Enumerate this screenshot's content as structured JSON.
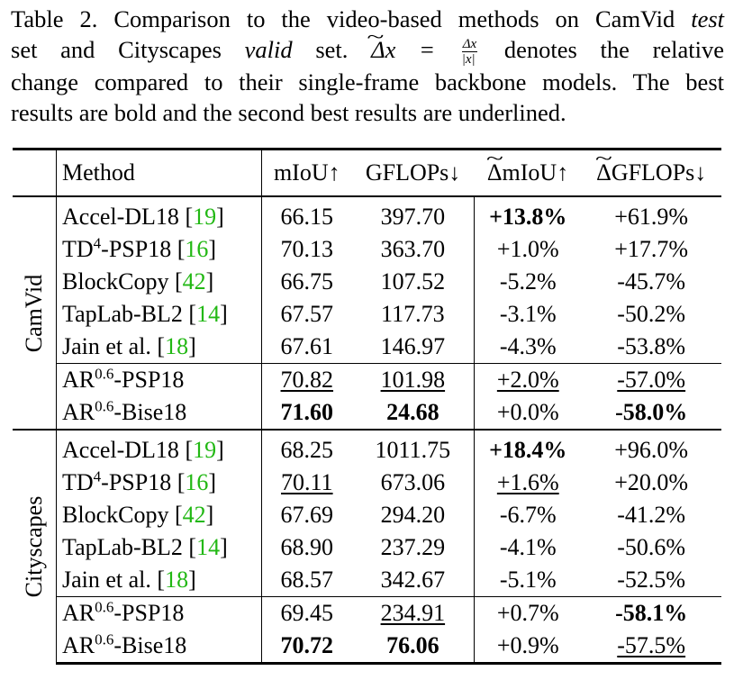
{
  "caption": {
    "label": "Table 2.",
    "line1_a": "Comparison to the video-based methods on CamVid",
    "line1_b": "test",
    "line2_a": "set and Cityscapes",
    "line2_b": "valid",
    "line2_c": "set.",
    "line2_d": "denotes the relative",
    "line3": "change compared to their single-frame backbone models. The best",
    "line4": "results are bold and the second best results are underlined."
  },
  "headers": [
    "Method",
    "mIoU↑",
    "GFLOPs↓",
    "ΔmIoU↑",
    "ΔGFLOPs↓"
  ],
  "groups": [
    {
      "name": "CamVid",
      "rows": [
        {
          "method": "Accel-DL18",
          "ref": "19",
          "miou": "66.15",
          "gflops": "397.70",
          "dmiou": "+13.8%",
          "dgflops": "+61.9%"
        },
        {
          "method_pre": "TD",
          "method_sup": "4",
          "method_post": "-PSP18",
          "ref": "16",
          "miou": "70.13",
          "gflops": "363.70",
          "dmiou": "+1.0%",
          "dgflops": "+17.7%"
        },
        {
          "method": "BlockCopy",
          "ref": "42",
          "miou": "66.75",
          "gflops": "107.52",
          "dmiou": "-5.2%",
          "dgflops": "-45.7%"
        },
        {
          "method": "TapLab-BL2",
          "ref": "14",
          "miou": "67.57",
          "gflops": "117.73",
          "dmiou": "-3.1%",
          "dgflops": "-50.2%"
        },
        {
          "method": "Jain et al.",
          "ref": "18",
          "miou": "67.61",
          "gflops": "146.97",
          "dmiou": "-4.3%",
          "dgflops": "-53.8%"
        },
        {
          "method_pre": "AR",
          "method_sup": "0.6",
          "method_post": "-PSP18",
          "miou": "70.82",
          "gflops": "101.98",
          "dmiou": "+2.0%",
          "dgflops": "-57.0%"
        },
        {
          "method_pre": "AR",
          "method_sup": "0.6",
          "method_post": "-Bise18",
          "miou": "71.60",
          "gflops": "24.68",
          "dmiou": "+0.0%",
          "dgflops": "-58.0%"
        }
      ]
    },
    {
      "name": "Cityscapes",
      "rows": [
        {
          "method": "Accel-DL18",
          "ref": "19",
          "miou": "68.25",
          "gflops": "1011.75",
          "dmiou": "+18.4%",
          "dgflops": "+96.0%"
        },
        {
          "method_pre": "TD",
          "method_sup": "4",
          "method_post": "-PSP18",
          "ref": "16",
          "miou": "70.11",
          "gflops": "673.06",
          "dmiou": "+1.6%",
          "dgflops": "+20.0%"
        },
        {
          "method": "BlockCopy",
          "ref": "42",
          "miou": "67.69",
          "gflops": "294.20",
          "dmiou": "-6.7%",
          "dgflops": "-41.2%"
        },
        {
          "method": "TapLab-BL2",
          "ref": "14",
          "miou": "68.90",
          "gflops": "237.29",
          "dmiou": "-4.1%",
          "dgflops": "-50.6%"
        },
        {
          "method": "Jain et al.",
          "ref": "18",
          "miou": "68.57",
          "gflops": "342.67",
          "dmiou": "-5.1%",
          "dgflops": "-52.5%"
        },
        {
          "method_pre": "AR",
          "method_sup": "0.6",
          "method_post": "-PSP18",
          "miou": "69.45",
          "gflops": "234.91",
          "dmiou": "+0.7%",
          "dgflops": "-58.1%"
        },
        {
          "method_pre": "AR",
          "method_sup": "0.6",
          "method_post": "-Bise18",
          "miou": "70.72",
          "gflops": "76.06",
          "dmiou": "+0.9%",
          "dgflops": "-57.5%"
        }
      ]
    }
  ]
}
